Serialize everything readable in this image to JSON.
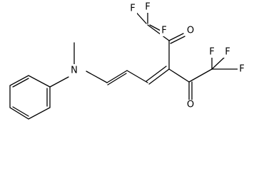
{
  "molecule": {
    "atoms": {
      "f_top_left": "F",
      "f_top_mid": "F",
      "f_top_right": "F",
      "o_top": "O",
      "f_right_left": "F",
      "f_right_mid": "F",
      "f_right_right": "F",
      "o_bottom": "O",
      "n_amine": "N"
    }
  }
}
